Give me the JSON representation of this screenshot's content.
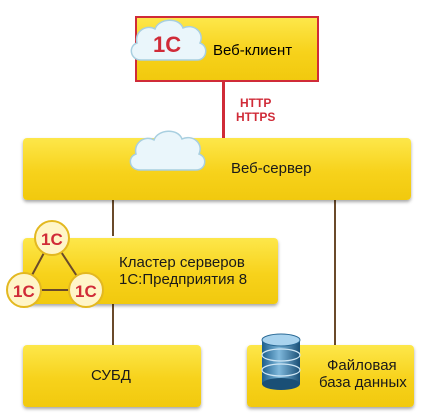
{
  "diagram": {
    "web_client": {
      "label": "Веб-клиент"
    },
    "protocols": [
      "HTTP",
      "HTTPS"
    ],
    "web_server": {
      "label": "Веб-сервер"
    },
    "cluster": {
      "label_line1": "Кластер серверов",
      "label_line2": "1С:Предприятия 8"
    },
    "dbms": {
      "label": "СУБД"
    },
    "file_db": {
      "label_line1": "Файловая",
      "label_line2": "база данных"
    },
    "logo_text": "1С",
    "colors": {
      "box_yellow": "#f7d21b",
      "client_border": "#d02b38",
      "protocol_text": "#d02b38",
      "connector": "#6a4a2a",
      "logo_red": "#d02b38"
    }
  }
}
